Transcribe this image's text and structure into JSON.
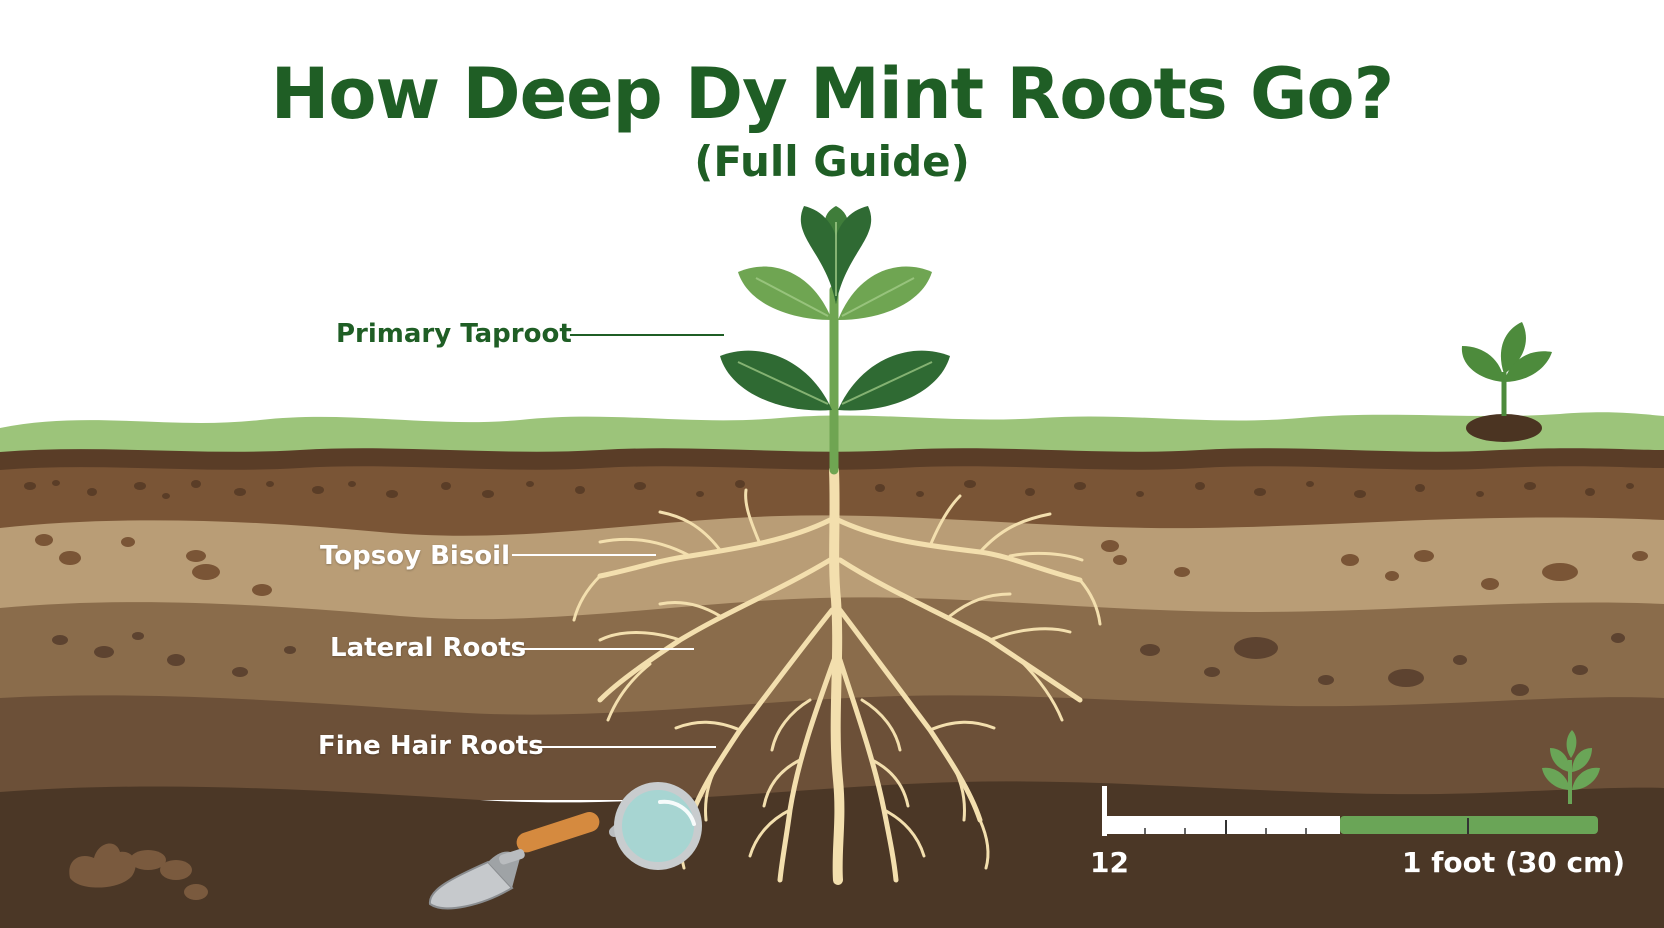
{
  "header": {
    "title": "How Deep Dy Mint Roots Go?",
    "subtitle": "(Full Guide)"
  },
  "labels": {
    "primary_taproot": "Primary Taproot",
    "topsoil": "Topsoy Bisoil",
    "lateral_roots": "Lateral Roots",
    "fine_hair_roots": "Fine Hair Roots"
  },
  "scale": {
    "left_label": "12",
    "right_label": "1 foot (30 cm)"
  },
  "colors": {
    "title_green": "#1f5e25",
    "grass": "#9cc47a",
    "topsoil": "#7a5536",
    "mid_soil_light": "#b99d76",
    "mid_soil": "#8a6c4b",
    "deep_soil": "#6c5038",
    "bedrock": "#4b3726",
    "root": "#f3dfae",
    "leaf_dark": "#2f6a33",
    "leaf_light": "#6fa552",
    "scale_green": "#6aa557"
  },
  "icons": [
    "mint-plant-icon",
    "sprout-icon",
    "small-sprout-icon",
    "trowel-icon",
    "magnifying-glass-icon",
    "rock-icon"
  ]
}
